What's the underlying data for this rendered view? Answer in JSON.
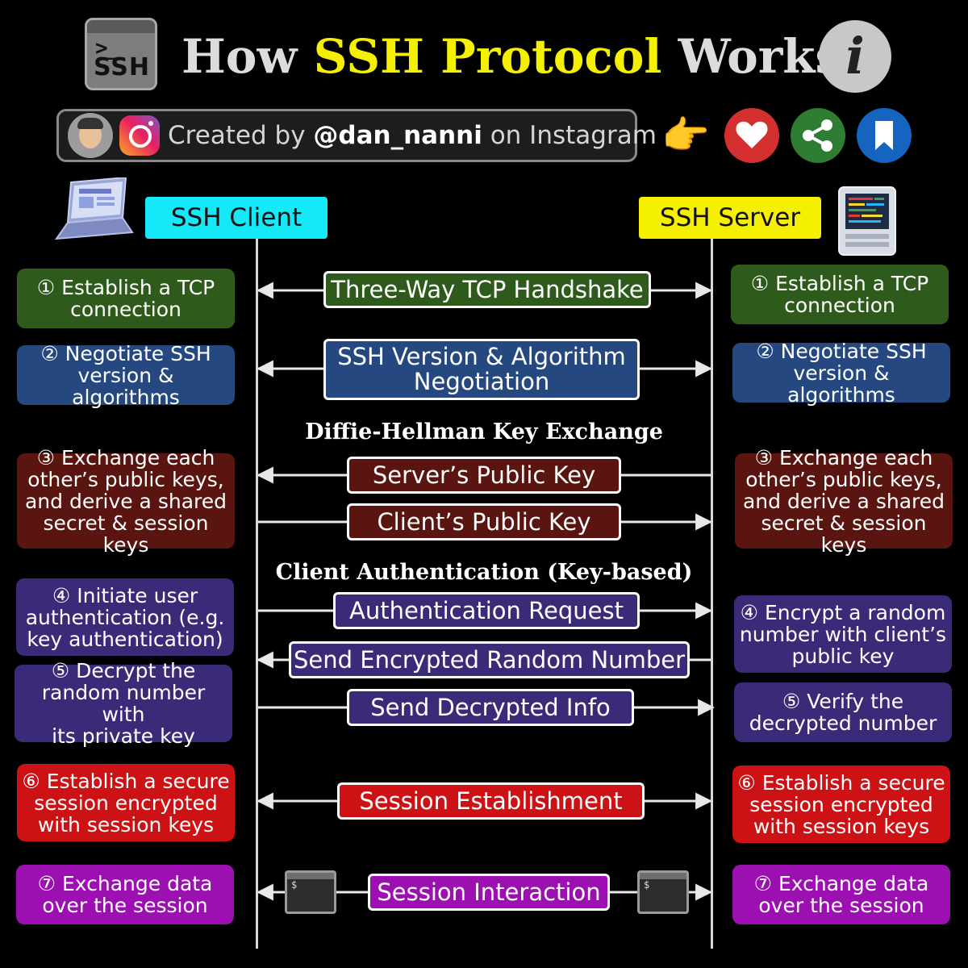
{
  "header": {
    "title_before": "How ",
    "title_highlight": "SSH Protocol",
    "title_after": " Works",
    "logo_text": "SSH",
    "logo_prompt": ">_",
    "info_glyph": "i"
  },
  "credit": {
    "prefix": "Created by ",
    "handle": "@dan_nanni",
    "suffix": " on Instagram"
  },
  "actions": {
    "hand_icon": "pointing-hand-icon",
    "heart_icon": "heart-icon",
    "share_icon": "share-icon",
    "bookmark_icon": "bookmark-icon",
    "colors": {
      "heart": "#d32f2f",
      "share": "#2e7d32",
      "bookmark": "#1565c0"
    }
  },
  "actors": {
    "client": "SSH Client",
    "server": "SSH Server",
    "client_color": "#15e8f6",
    "server_color": "#f5f000"
  },
  "sections": {
    "dh": "Diffie-Hellman Key Exchange",
    "auth": "Client Authentication (Key-based)"
  },
  "steps": {
    "s1_client": "① Establish a TCP\nconnection",
    "s1_server": "① Establish a TCP\nconnection",
    "s1_msg": "Three-Way TCP Handshake",
    "s2_client": "② Negotiate SSH\nversion & algorithms",
    "s2_server": "② Negotiate SSH\nversion & algorithms",
    "s2_msg_line1": "SSH Version & Algorithm",
    "s2_msg_line2": "Negotiation",
    "s3_client": "③ Exchange each\nother’s public keys,\nand derive a shared\nsecret & session keys",
    "s3_server": "③ Exchange each\nother’s public keys,\nand derive a shared\nsecret & session keys",
    "s3_msg_server_key": "Server’s Public Key",
    "s3_msg_client_key": "Client’s Public Key",
    "s4_client": "④ Initiate user\nauthentication (e.g.\nkey authentication)",
    "s4_server": "④ Encrypt a random\nnumber with client’s\npublic key",
    "s4_msg_request": "Authentication Request",
    "s4_msg_encrypted": "Send Encrypted Random Number",
    "s5_client": "⑤ Decrypt the\nrandom number with\nits private key",
    "s5_server": "⑤ Verify the\ndecrypted number",
    "s5_msg": "Send Decrypted Info",
    "s6_client": "⑥ Establish a secure\nsession encrypted\nwith session keys",
    "s6_server": "⑥ Establish a secure\nsession encrypted\nwith session keys",
    "s6_msg": "Session Establishment",
    "s7_client": "⑦ Exchange data\nover the session",
    "s7_server": "⑦ Exchange data\nover the session",
    "s7_msg": "Session Interaction",
    "terminal_prompt": "$"
  },
  "colors": {
    "step1": "#2e5a1c",
    "step2": "#24487f",
    "step3": "#5a1510",
    "step4_5": "#3a2a78",
    "step6": "#cc1214",
    "step7": "#9c0fb0"
  }
}
